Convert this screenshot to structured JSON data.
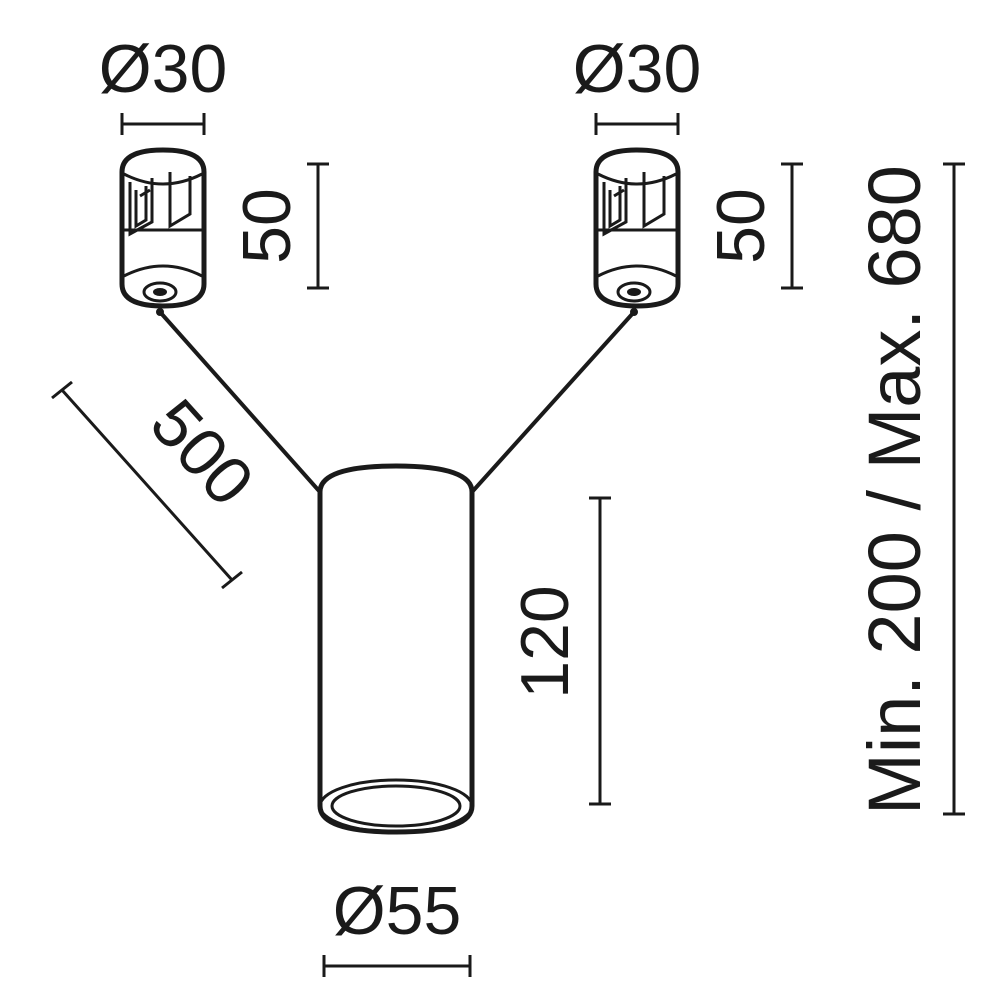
{
  "dimensions": {
    "left_canopy_diameter": "Ø30",
    "right_canopy_diameter": "Ø30",
    "left_canopy_height": "50",
    "right_canopy_height": "50",
    "cable_length": "500",
    "body_height": "120",
    "body_diameter": "Ø55",
    "suspension_range": "Min. 200 / Max. 680"
  }
}
